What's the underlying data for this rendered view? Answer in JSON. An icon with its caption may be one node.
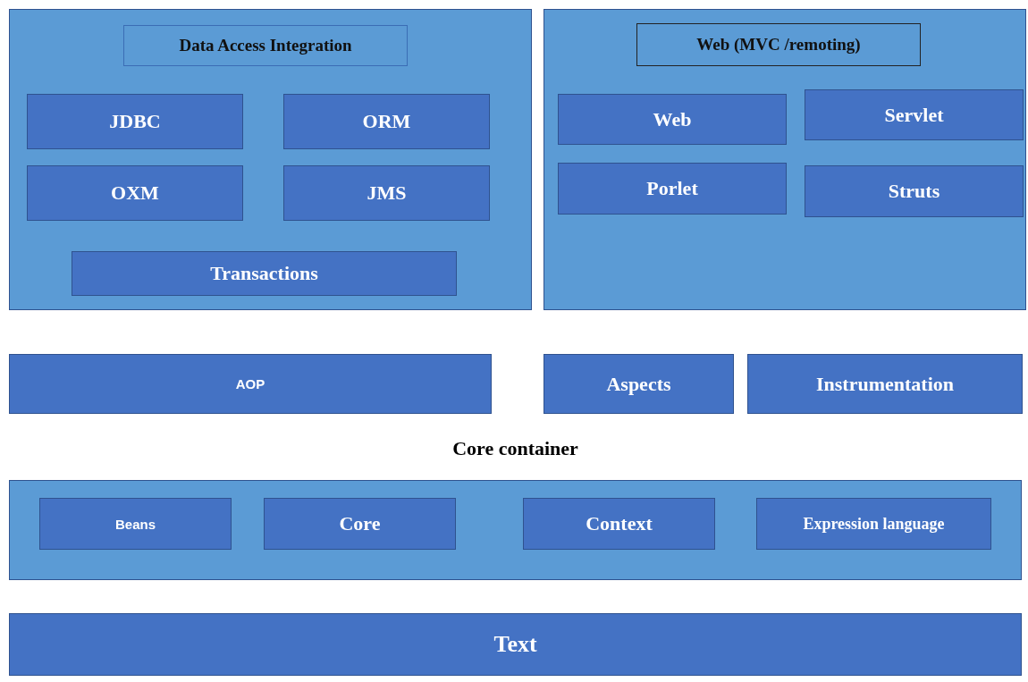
{
  "diagram": {
    "nodes": [
      {
        "text": [],
        "shape": "box"
      },
      {
        "text": [
          "Data Access Integration"
        ],
        "in": 0
      },
      {
        "text": [
          "JDBC"
        ],
        "in": 0
      },
      {
        "text": [
          "ORM"
        ],
        "in": 0
      },
      {
        "text": [
          "OXM"
        ],
        "in": 0
      },
      {
        "text": [
          "JMS"
        ],
        "in": 0
      },
      {
        "text": [
          "Transactions"
        ],
        "in": 0
      },
      {
        "text": [],
        "shape": "box"
      },
      {
        "text": [
          "Web (MVC /remoting)"
        ],
        "in": 7
      },
      {
        "text": [
          "Web"
        ],
        "in": 7
      },
      {
        "text": [
          "Servlet"
        ],
        "in": 7
      },
      {
        "text": [
          "Porlet"
        ],
        "in": 7
      },
      {
        "text": [
          "Struts"
        ],
        "in": 7
      },
      {
        "text": [
          "AOP"
        ]
      },
      {
        "text": [
          "Aspects"
        ]
      },
      {
        "text": [
          "Instrumentation"
        ]
      },
      {
        "text": [
          "Core container"
        ]
      },
      {
        "text": [
          "Beans"
        ],
        "in": 16
      },
      {
        "text": [
          "Core"
        ],
        "in": 16
      },
      {
        "text": [
          "Context"
        ],
        "in": 16
      },
      {
        "text": [
          "Expression language"
        ],
        "in": 16
      },
      {
        "text": [
          "Text"
        ]
      }
    ],
    "edges": []
  }
}
